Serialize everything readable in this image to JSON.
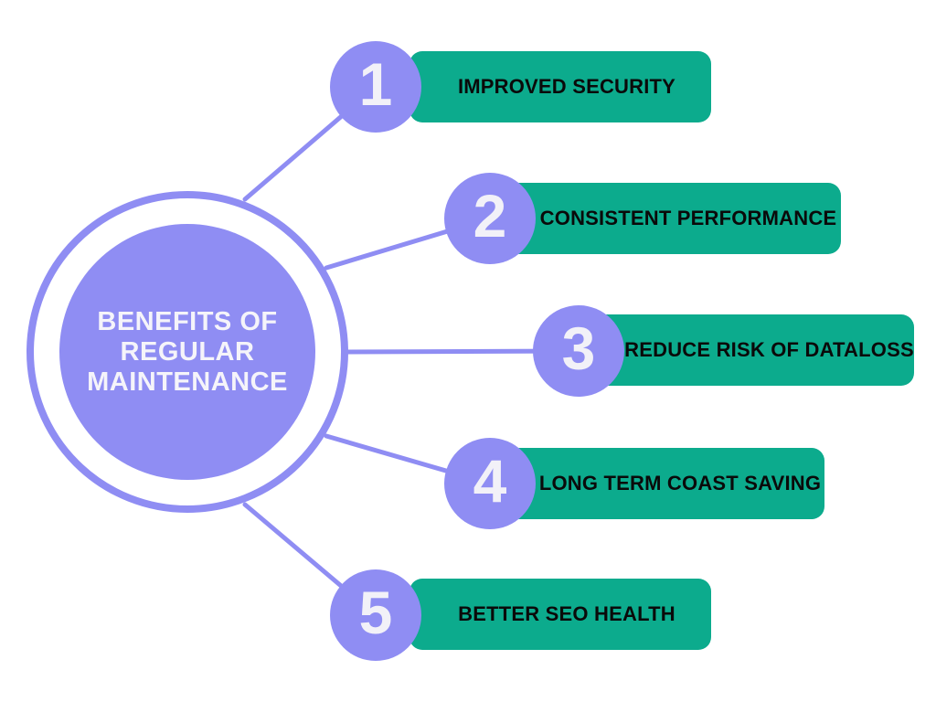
{
  "title": {
    "line1": "BENEFITS OF",
    "line2": "REGULAR",
    "line3": "MAINTENANCE"
  },
  "items": [
    {
      "number": "1",
      "label": "IMPROVED SECURITY"
    },
    {
      "number": "2",
      "label": "CONSISTENT PERFORMANCE"
    },
    {
      "number": "3",
      "label": "REDUCE RISK OF DATALOSS"
    },
    {
      "number": "4",
      "label": "LONG TERM COAST SAVING"
    },
    {
      "number": "5",
      "label": "BETTER SEO HEALTH"
    }
  ],
  "colors": {
    "purple": "#8F8DF3",
    "green": "#0CAB8D",
    "bar_text": "#0A0A0A",
    "center_text": "#F5F4FA",
    "number_text": "#F2F1F8",
    "background": "#FFFFFF"
  }
}
